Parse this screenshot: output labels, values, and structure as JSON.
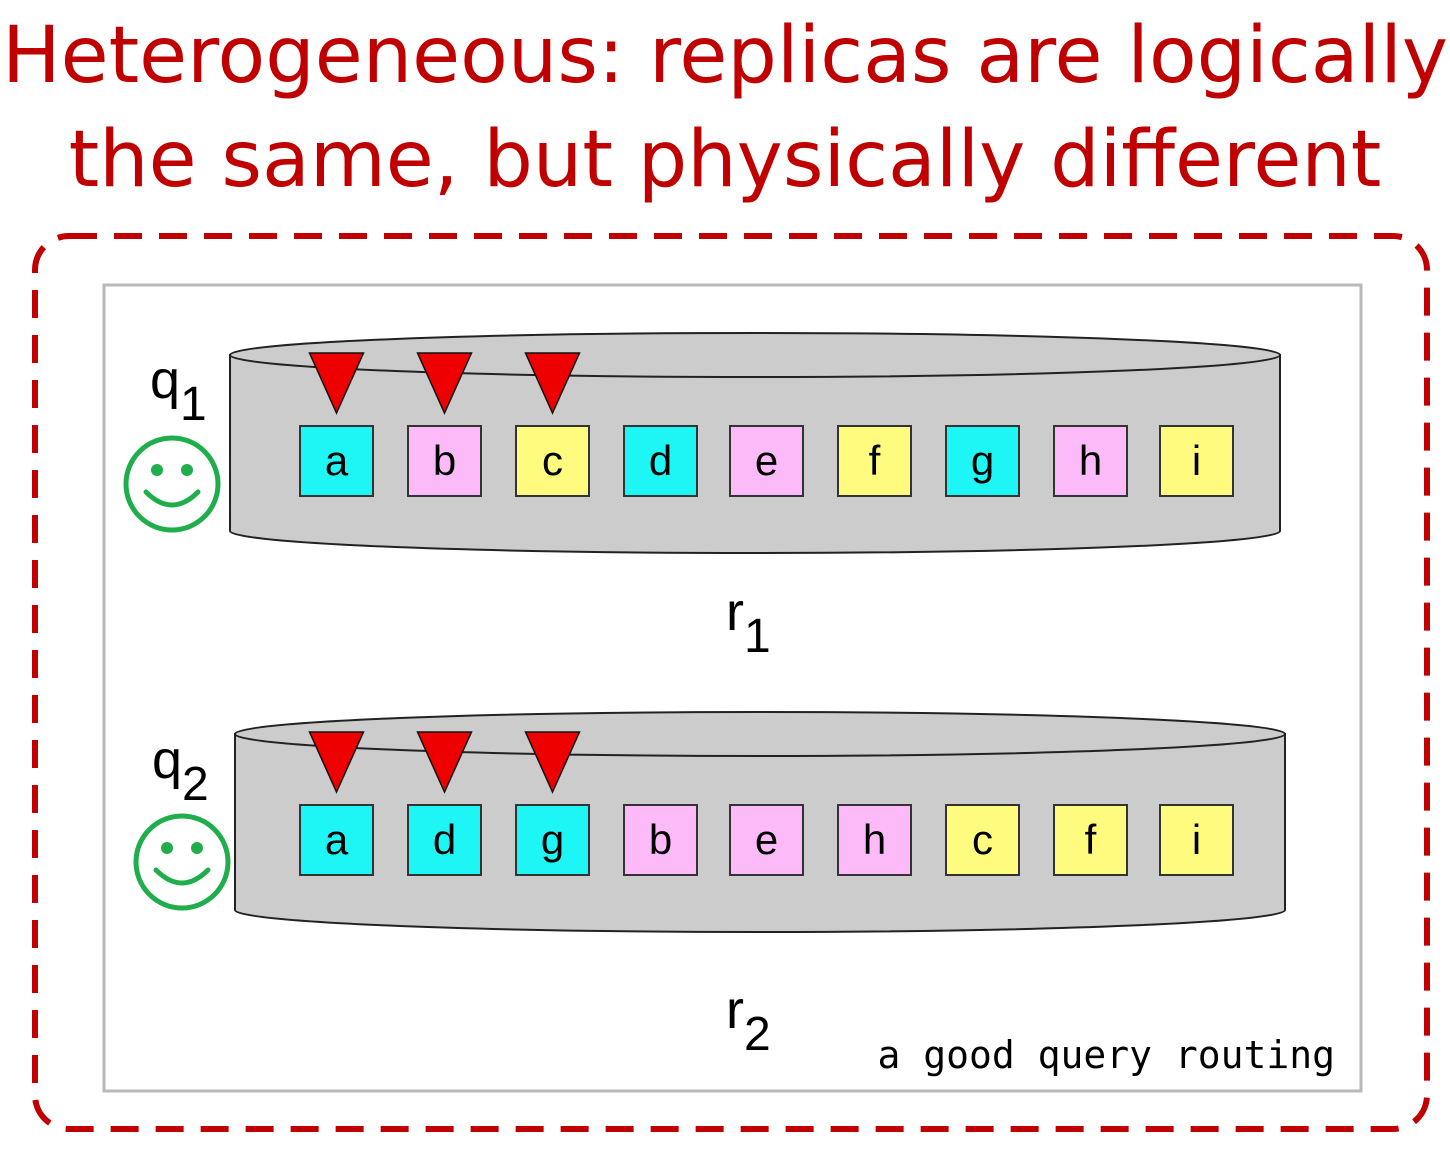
{
  "title": {
    "line1": "Heterogeneous: replicas are logically",
    "line2": "the same, but physically different"
  },
  "colors": {
    "title": "#C00000",
    "cyan": "#1EF5F5",
    "pink": "#FDBAF8",
    "yellow": "#FEFB7F",
    "cylinder": "#CCCCCC",
    "marker": "#EE0000",
    "smiley": "#1FAE4B"
  },
  "caption": "a good query routing",
  "replicas": [
    {
      "query": "q",
      "query_sub": "1",
      "replica": "r",
      "replica_sub": "1",
      "cells": [
        {
          "label": "a",
          "color": "cyan"
        },
        {
          "label": "b",
          "color": "pink"
        },
        {
          "label": "c",
          "color": "yellow"
        },
        {
          "label": "d",
          "color": "cyan"
        },
        {
          "label": "e",
          "color": "pink"
        },
        {
          "label": "f",
          "color": "yellow"
        },
        {
          "label": "g",
          "color": "cyan"
        },
        {
          "label": "h",
          "color": "pink"
        },
        {
          "label": "i",
          "color": "yellow"
        }
      ],
      "accessed": [
        0,
        1,
        2
      ],
      "status_icon": "smiley-icon"
    },
    {
      "query": "q",
      "query_sub": "2",
      "replica": "r",
      "replica_sub": "2",
      "cells": [
        {
          "label": "a",
          "color": "cyan"
        },
        {
          "label": "d",
          "color": "cyan"
        },
        {
          "label": "g",
          "color": "cyan"
        },
        {
          "label": "b",
          "color": "pink"
        },
        {
          "label": "e",
          "color": "pink"
        },
        {
          "label": "h",
          "color": "pink"
        },
        {
          "label": "c",
          "color": "yellow"
        },
        {
          "label": "f",
          "color": "yellow"
        },
        {
          "label": "i",
          "color": "yellow"
        }
      ],
      "accessed": [
        0,
        1,
        2
      ],
      "status_icon": "smiley-icon"
    }
  ]
}
